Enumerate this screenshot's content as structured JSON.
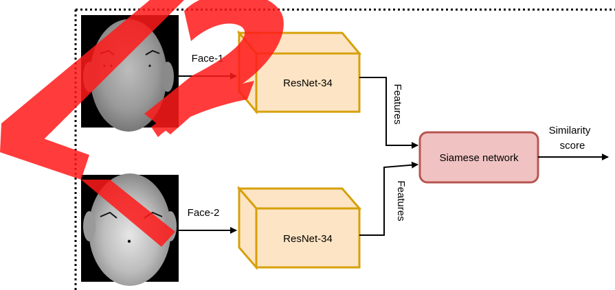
{
  "diagram": {
    "inputs": [
      {
        "label": "Face-1"
      },
      {
        "label": "Face-2"
      }
    ],
    "encoders": [
      {
        "label": "ResNet-34"
      },
      {
        "label": "ResNet-34"
      }
    ],
    "features_labels": [
      "Features",
      "Features"
    ],
    "siamese": {
      "label": "Siamese network"
    },
    "output": {
      "line1": "Similarity",
      "line2": "score"
    },
    "colors": {
      "encoder_fill": "#fde4c4",
      "encoder_stroke": "#d6a009",
      "siamese_fill": "#f0c2c2",
      "siamese_stroke": "#b85450",
      "accent_overlay": "#ff1a1a"
    },
    "icons": [
      "face-depth-image",
      "face-depth-image",
      "arrow-right-icon"
    ]
  }
}
